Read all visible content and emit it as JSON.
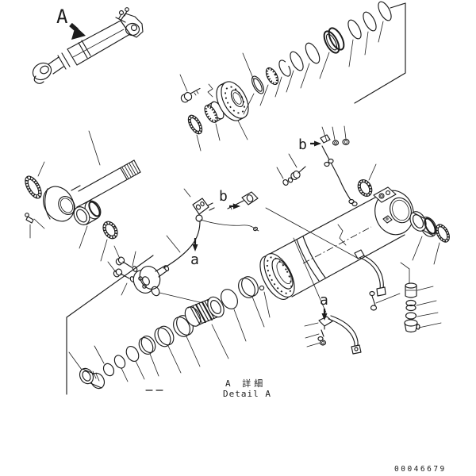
{
  "page": {
    "background": "#ffffff",
    "line_color": "#1c1c1c"
  },
  "diagram": {
    "type": "exploded-parts-diagram",
    "subject": "hydraulic-cylinder-assembly",
    "view_label": "A",
    "callouts": {
      "b_upper": "b",
      "b_mid": "b",
      "a_mid": "a",
      "a_lower": "a"
    },
    "caption": {
      "jp": "A 詳細",
      "en": "Detail A"
    },
    "drawing_number": "00046679"
  }
}
